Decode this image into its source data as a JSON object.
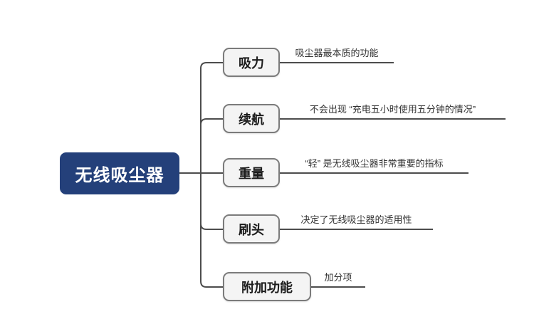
{
  "diagram": {
    "type": "mindmap",
    "root": {
      "label": "无线吸尘器"
    },
    "branches": [
      {
        "label": "吸力",
        "description": "吸尘器最本质的功能"
      },
      {
        "label": "续航",
        "description": "不会出现 “充电五小时使用五分钟的情况”"
      },
      {
        "label": "重量",
        "description": "“轻” 是无线吸尘器非常重要的指标"
      },
      {
        "label": "刷头",
        "description": "决定了无线吸尘器的适用性"
      },
      {
        "label": "附加功能",
        "description": "加分项"
      }
    ],
    "colors": {
      "root_bg": "#24407a",
      "root_text": "#ffffff",
      "node_bg": "#f4f4f4",
      "node_border": "#7b7b7b",
      "node_text": "#1c1c1c",
      "line": "#4d4d4d",
      "description_text": "#323232",
      "canvas_bg": "#ffffff"
    }
  }
}
